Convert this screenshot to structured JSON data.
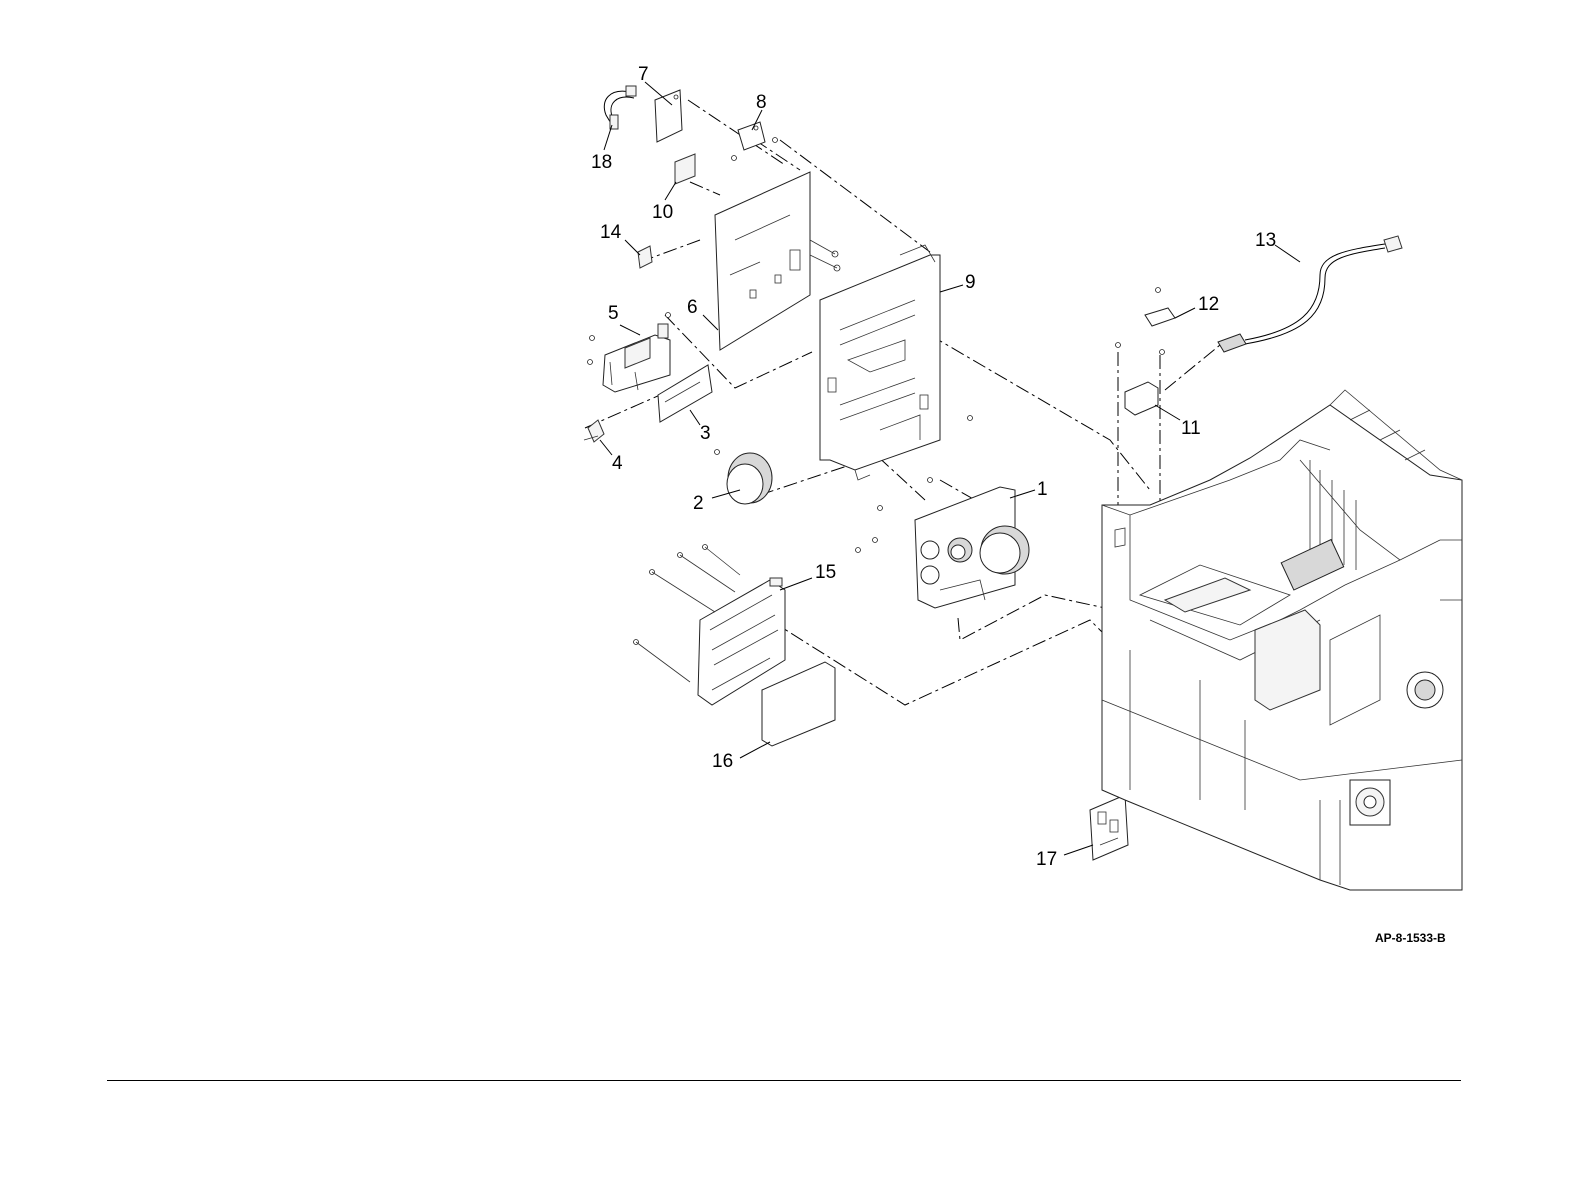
{
  "figure": {
    "id": "AP-8-1533-B",
    "callouts": [
      "1",
      "2",
      "3",
      "4",
      "5",
      "6",
      "7",
      "8",
      "9",
      "10",
      "11",
      "12",
      "13",
      "14",
      "15",
      "16",
      "17",
      "18"
    ]
  },
  "colors": {
    "line": "#000000",
    "fill": "#ffffff",
    "shade": "#d8d8d8"
  }
}
